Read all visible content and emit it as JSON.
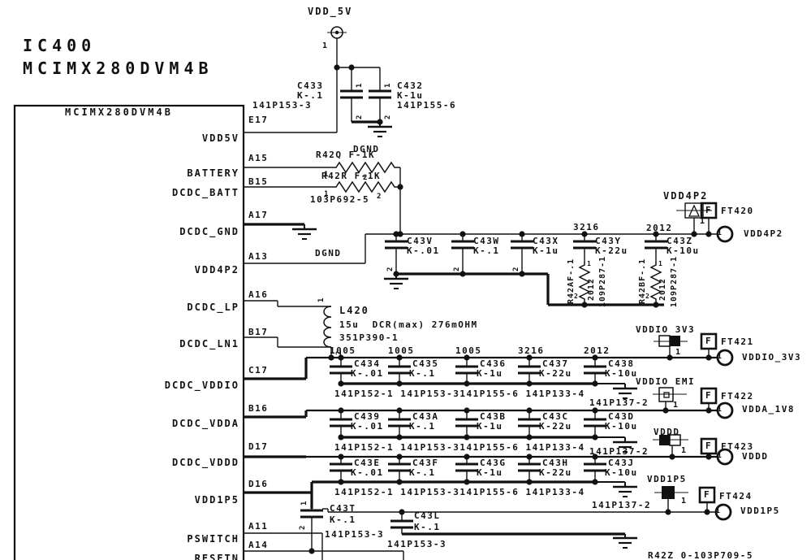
{
  "sheet": {
    "ref": "IC400",
    "part": "MCIMX280DVM4B",
    "bottom_note": "R42Z 0-103P709-5"
  },
  "glyphs": {
    "one": "1",
    "two": "2",
    "f": "F"
  },
  "ic": {
    "label": "MCIMX280DVM4B",
    "pins": [
      {
        "num": "E17",
        "name": "VDD5V"
      },
      {
        "num": "A15",
        "name": "BATTERY"
      },
      {
        "num": "B15",
        "name": "DCDC_BATT"
      },
      {
        "num": "A17",
        "name": "DCDC_GND"
      },
      {
        "num": "A13",
        "name": "VDD4P2"
      },
      {
        "num": "A16",
        "name": "DCDC_LP"
      },
      {
        "num": "B17",
        "name": "DCDC_LN1"
      },
      {
        "num": "C17",
        "name": "DCDC_VDDIO"
      },
      {
        "num": "B16",
        "name": "DCDC_VDDA"
      },
      {
        "num": "D17",
        "name": "DCDC_VDDD"
      },
      {
        "num": "D16",
        "name": "VDD1P5"
      },
      {
        "num": "A11",
        "name": "PSWITCH"
      },
      {
        "num": "A14",
        "name": "RESETN"
      }
    ]
  },
  "top": {
    "port": "VDD_5V",
    "dgnd": "DGND",
    "c433": {
      "ref": "C433",
      "val": "K-.1",
      "pn": "141P153-3"
    },
    "c432": {
      "ref": "C432",
      "val": "K-1u",
      "pn": "141P155-6"
    }
  },
  "batt": {
    "r42q": "R42Q F-1K",
    "r42r": "R42R F-1K",
    "pn": "103P692-5",
    "dgnd": "DGND"
  },
  "l420": {
    "ref": "L420",
    "desc": "15u  DCR(max) 276mOHM",
    "pn": "351P390-1"
  },
  "row0": {
    "pkg_y": "3216",
    "pkg_z": "2012",
    "caps": [
      {
        "ref": "C43V",
        "val": "K-.01"
      },
      {
        "ref": "C43W",
        "val": "K-.1"
      },
      {
        "ref": "C43X",
        "val": "K-1u"
      },
      {
        "ref": "C43Y",
        "val": "K-22u"
      },
      {
        "ref": "C43Z",
        "val": "K-10u"
      }
    ],
    "r42af": {
      "ref": "R42AF-.1",
      "pkg": "2012",
      "pn": "109P287-1"
    },
    "r42bf": {
      "ref": "R42BF-.1",
      "pkg": "2012",
      "pn": "109P287-1"
    },
    "sym": "VDD4P2",
    "ft": "FT420",
    "net": "VDD4P2"
  },
  "row1": {
    "pkgs": [
      "1005",
      "1005",
      "1005",
      "3216",
      "2012"
    ],
    "caps": [
      {
        "ref": "C434",
        "val": "K-.01"
      },
      {
        "ref": "C435",
        "val": "K-.1"
      },
      {
        "ref": "C436",
        "val": "K-1u"
      },
      {
        "ref": "C437",
        "val": "K-22u"
      },
      {
        "ref": "C438",
        "val": "K-10u"
      }
    ],
    "pn_line": "141P152-1 141P153-3141P155-6 141P133-4",
    "sym": "VDDIO 3V3",
    "ft": "FT421",
    "net": "VDDIO_3V3"
  },
  "row2": {
    "caps": [
      {
        "ref": "C439",
        "val": "K-.01"
      },
      {
        "ref": "C43A",
        "val": "K-.1"
      },
      {
        "ref": "C43B",
        "val": "K-1u"
      },
      {
        "ref": "C43C",
        "val": "K-22u"
      },
      {
        "ref": "C43D",
        "val": "K-10u"
      }
    ],
    "pn_line": "141P152-1 141P153-3141P155-6 141P133-4",
    "sym": "VDDIO EMI",
    "sym_pn": "141P137-2",
    "ft": "FT422",
    "net": "VDDA_1V8"
  },
  "row3": {
    "caps": [
      {
        "ref": "C43E",
        "val": "K-.01"
      },
      {
        "ref": "C43F",
        "val": "K-.1"
      },
      {
        "ref": "C43G",
        "val": "K-1u"
      },
      {
        "ref": "C43H",
        "val": "K-22u"
      },
      {
        "ref": "C43J",
        "val": "K-10u"
      }
    ],
    "pn_line": "141P152-1 141P153-3141P155-6 141P133-4",
    "sym": "VDDD",
    "sym_pn": "141P137-2",
    "ft": "FT423",
    "net": "VDDD"
  },
  "vdd1p5": {
    "sym": "VDD1P5",
    "sym_pn": "141P137-2",
    "ft": "FT424",
    "net": "VDD1P5",
    "c43t": {
      "ref": "C43T",
      "val": "K-.1",
      "pn": "141P153-3"
    },
    "c43l": {
      "ref": "C43L",
      "val": "K-.1",
      "pn": "141P153-3"
    }
  }
}
